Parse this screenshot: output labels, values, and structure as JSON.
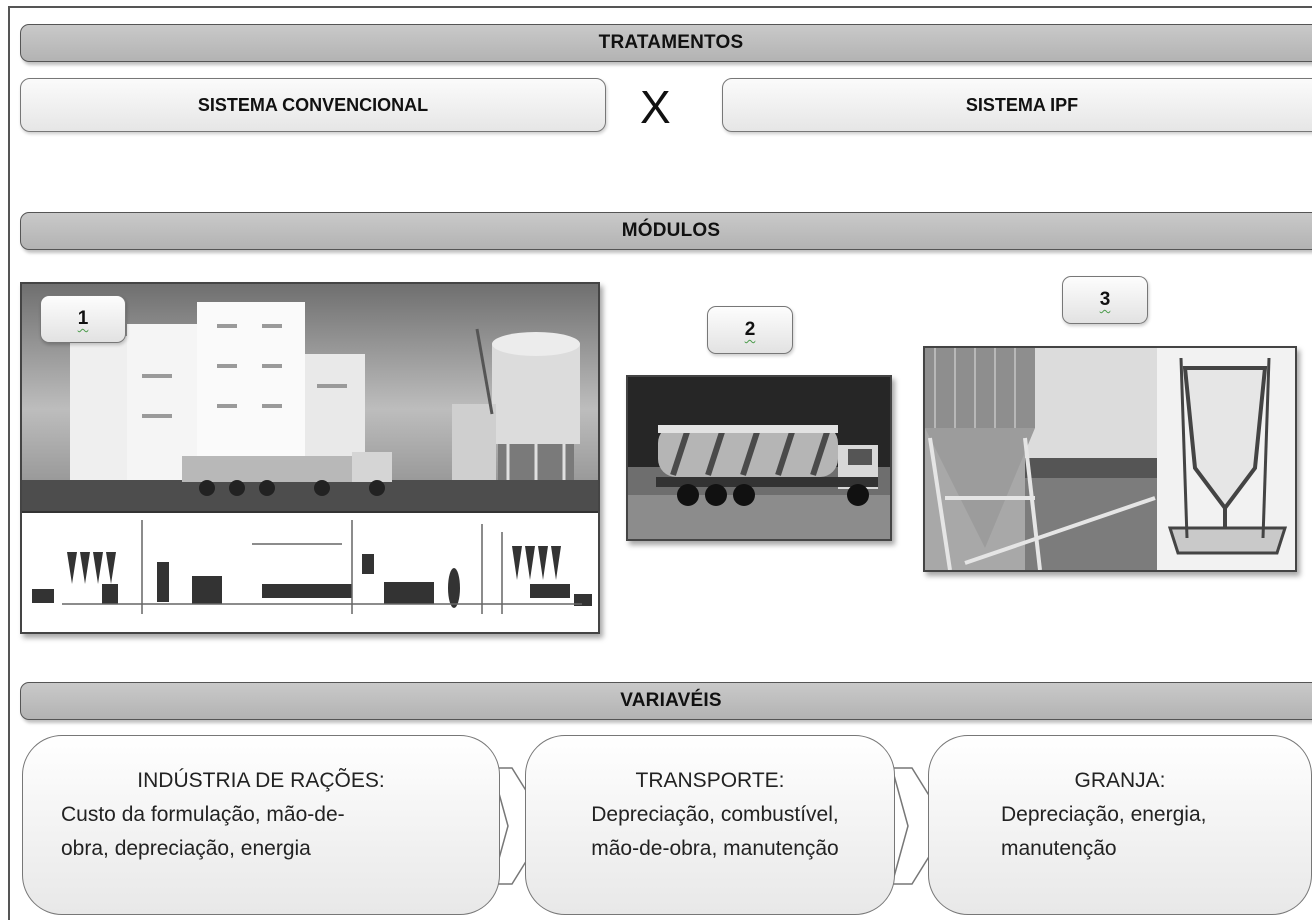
{
  "tratamentos": {
    "title": "TRATAMENTOS",
    "left_label": "SISTEMA CONVENCIONAL",
    "vs_label": "X",
    "right_label": "SISTEMA IPF"
  },
  "modulos": {
    "title": "MÓDULOS",
    "items": [
      {
        "number": "1",
        "image": "feed-mill-factory-photo"
      },
      {
        "number": "2",
        "image": "bulk-feed-truck-photo"
      },
      {
        "number": "3",
        "image": "farm-silo-and-feeder-photo"
      }
    ]
  },
  "variaveis": {
    "title": "VARIAVÉIS",
    "boxes": [
      {
        "title": "INDÚSTRIA DE RAÇÕES:",
        "body_line1": "Custo da formulação, mão-de-",
        "body_line2": "obra, depreciação, energia"
      },
      {
        "title": "TRANSPORTE:",
        "body_line1": "Depreciação, combustível,",
        "body_line2": "mão-de-obra, manutenção"
      },
      {
        "title": "GRANJA:",
        "body_line1": "Depreciação, energia,",
        "body_line2": "manutenção"
      }
    ]
  }
}
